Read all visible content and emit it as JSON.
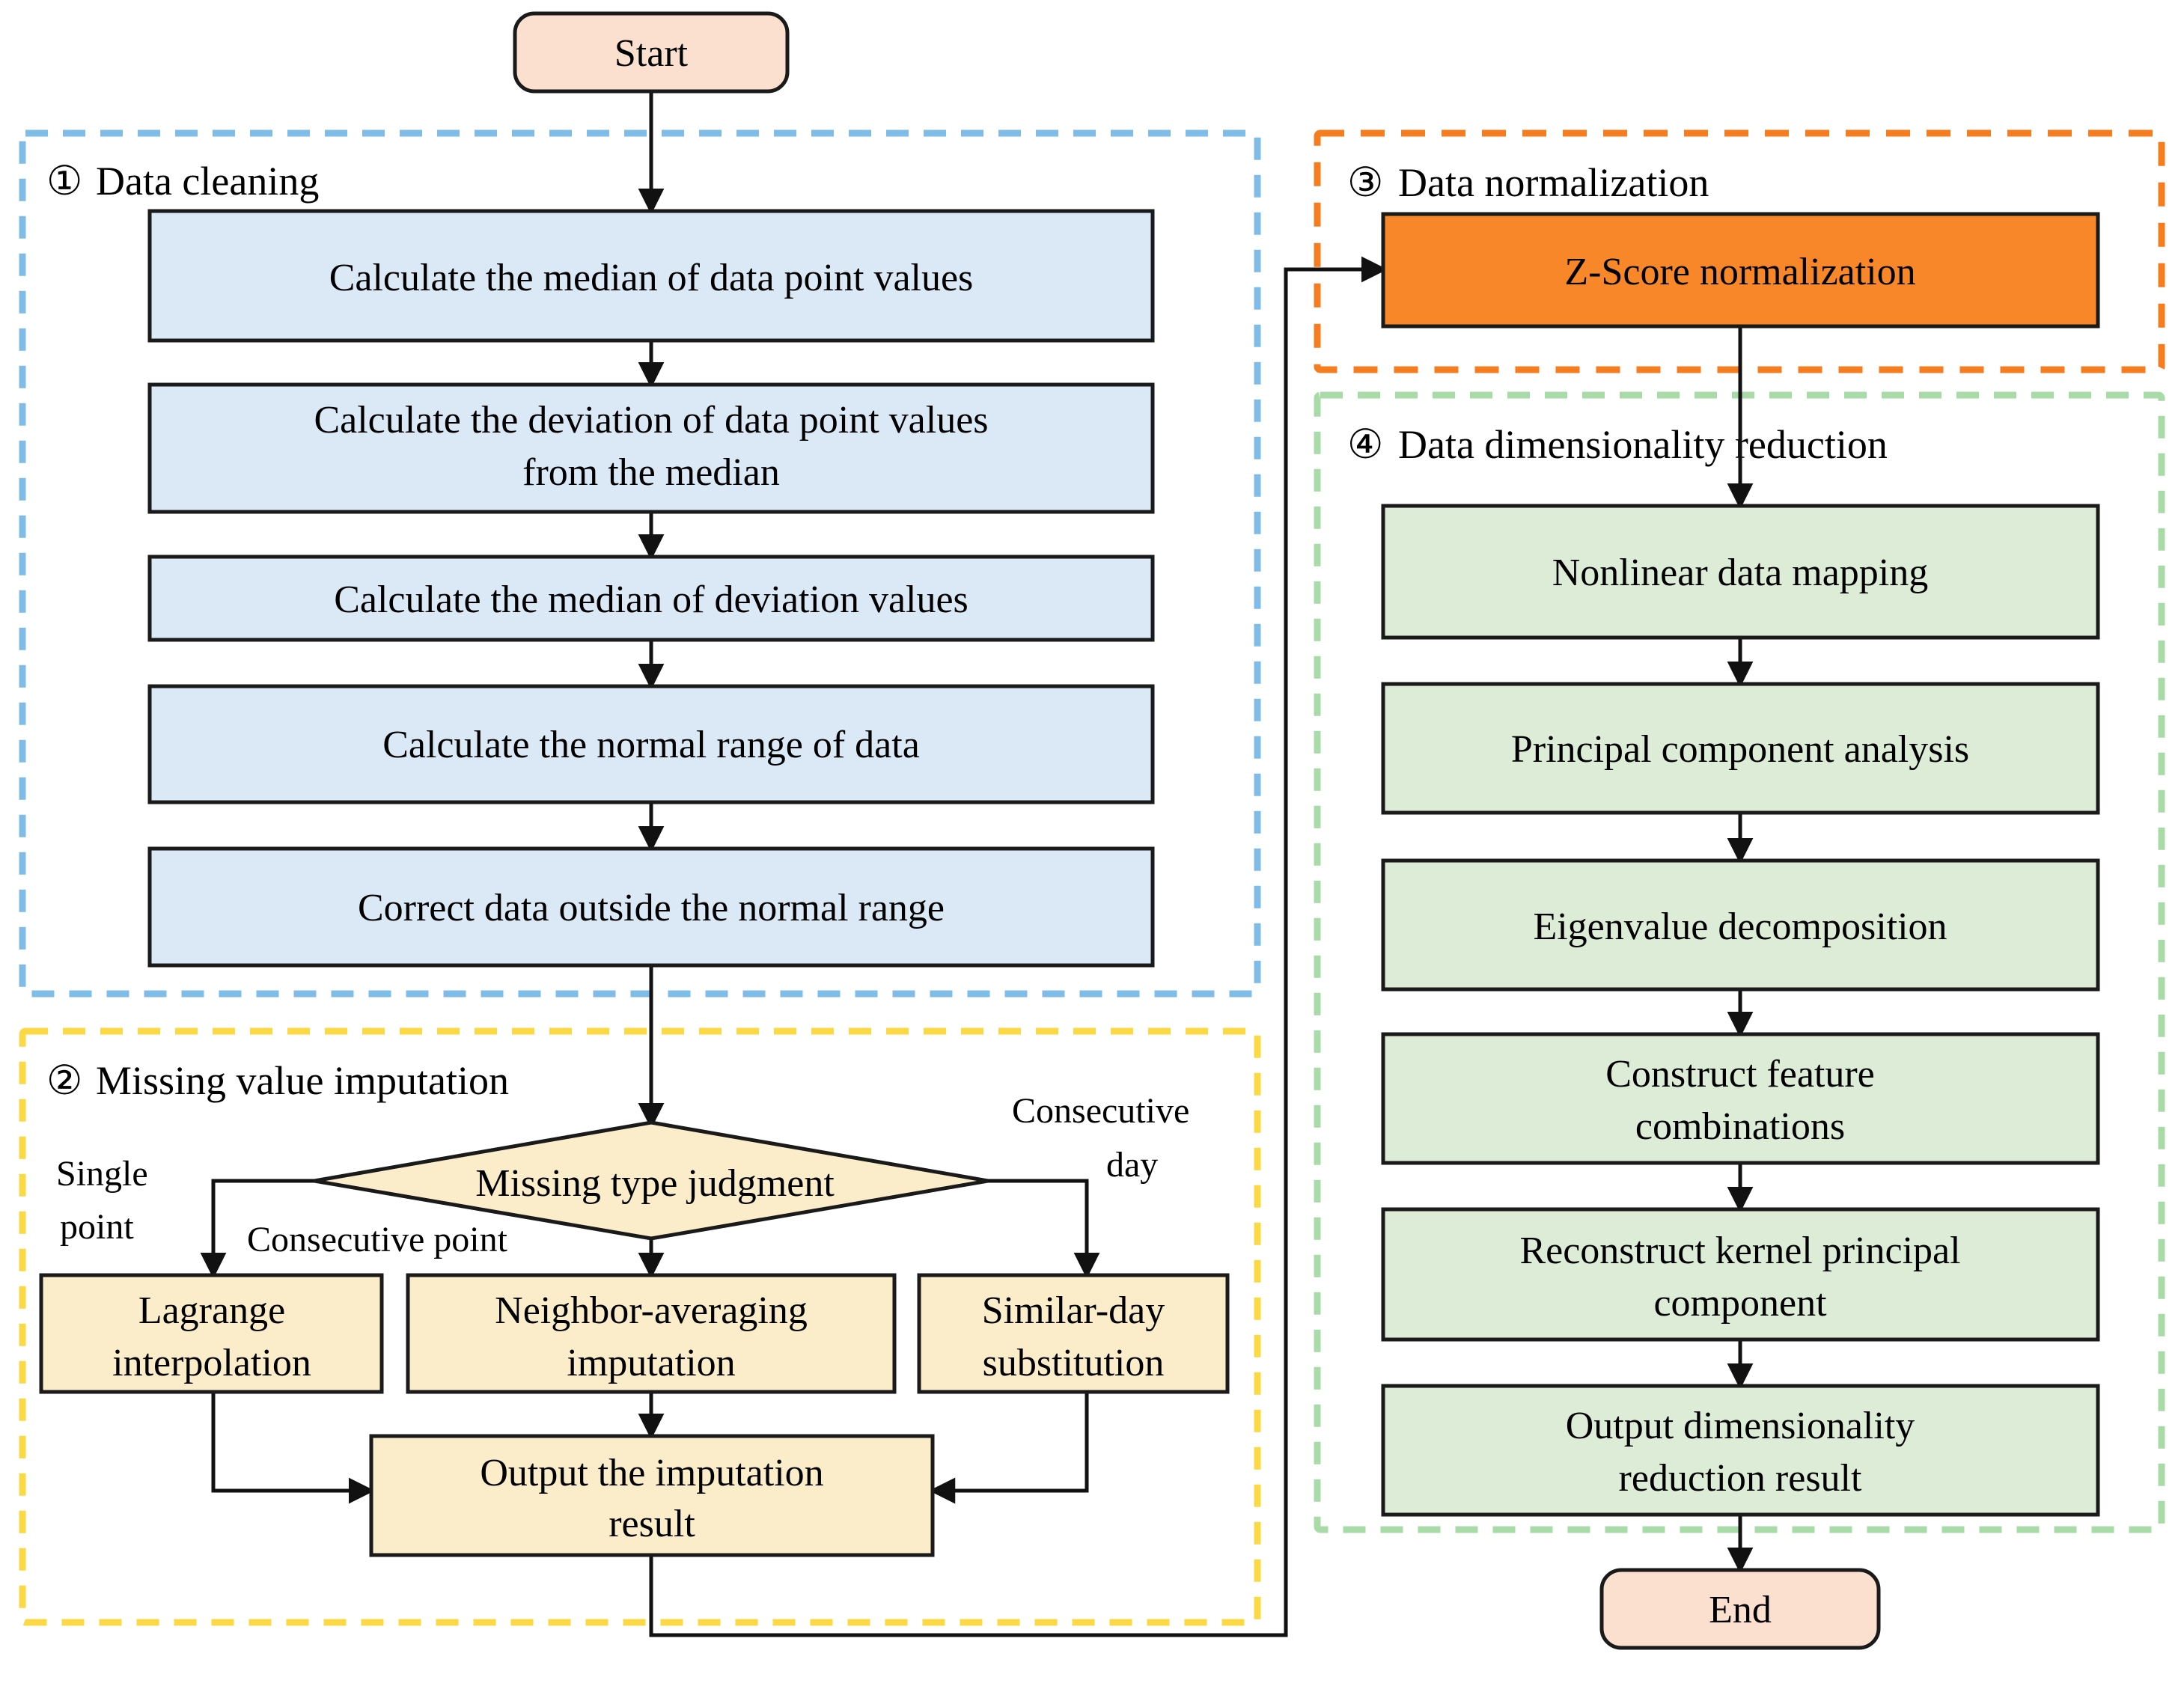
{
  "diagram": {
    "title": "Data preprocessing flowchart",
    "terminals": {
      "start": "Start",
      "end": "End"
    },
    "groups": {
      "cleaning": {
        "marker": "①",
        "label": "Data cleaning",
        "accent": "#7fbde8"
      },
      "imputation": {
        "marker": "②",
        "label": "Missing value imputation",
        "accent": "#fbd944"
      },
      "normalization": {
        "marker": "③",
        "label": "Data normalization",
        "accent": "#f57c1f"
      },
      "reduction": {
        "marker": "④",
        "label": "Data dimensionality reduction",
        "accent": "#a9dba8"
      }
    },
    "cleaning_steps": [
      {
        "line1": "Calculate the median of data point values",
        "line2": ""
      },
      {
        "line1": "Calculate the deviation of data point values",
        "line2": "from the median"
      },
      {
        "line1": "Calculate the median of deviation values",
        "line2": ""
      },
      {
        "line1": "Calculate the normal range of data",
        "line2": ""
      },
      {
        "line1": "Correct data outside the normal range",
        "line2": ""
      }
    ],
    "decision": {
      "label": "Missing type judgment"
    },
    "branch_labels": {
      "left_l1": "Single",
      "left_l2": "point",
      "middle": "Consecutive point",
      "right_l1": "Consecutive",
      "right_l2": "day"
    },
    "imputation_methods": [
      {
        "line1": "Lagrange",
        "line2": "interpolation"
      },
      {
        "line1": "Neighbor-averaging",
        "line2": "imputation"
      },
      {
        "line1": "Similar-day",
        "line2": "substitution"
      }
    ],
    "imputation_output": {
      "line1": "Output the imputation",
      "line2": "result"
    },
    "normalization_step": {
      "line1": "Z-Score normalization",
      "line2": ""
    },
    "reduction_steps": [
      {
        "line1": "Nonlinear data mapping",
        "line2": ""
      },
      {
        "line1": "Principal component analysis",
        "line2": ""
      },
      {
        "line1": "Eigenvalue decomposition",
        "line2": ""
      },
      {
        "line1": "Construct feature",
        "line2": "combinations"
      },
      {
        "line1": "Reconstruct kernel principal",
        "line2": "component"
      },
      {
        "line1": "Output dimensionality",
        "line2": "reduction result"
      }
    ],
    "colors": {
      "cleaning_fill": "#dbe9f6",
      "imputation_fill": "#fbedca",
      "normalization_fill": "#f78729",
      "reduction_fill": "#dcecd7",
      "terminal_fill": "#fce0cf",
      "stroke": "#1a1a1a"
    }
  }
}
